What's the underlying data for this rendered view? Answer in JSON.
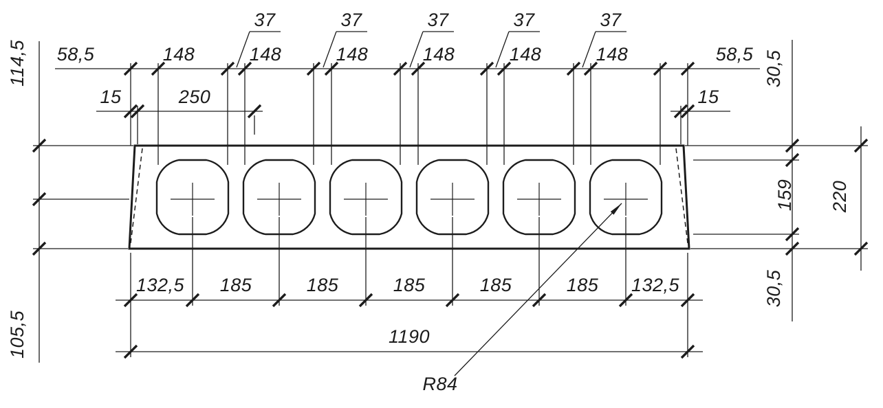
{
  "meta": {
    "type": "engineering-drawing",
    "subject": "hollow-core slab cross-section with six voids",
    "units": "mm",
    "ink_color": "#1c1c1c",
    "paper_color": "#ffffff"
  },
  "labels": {
    "web_gaps": [
      "37",
      "37",
      "37",
      "37",
      "37"
    ],
    "top_chain": {
      "left_end": "58,5",
      "segments": [
        "148",
        "148",
        "148",
        "148",
        "148",
        "148"
      ],
      "right_end": "58,5"
    },
    "offset_row": {
      "left_offset": "15",
      "left_span": "250",
      "right_offset": "15"
    },
    "left_chain": {
      "upper": "114,5",
      "lower": "105,5"
    },
    "right_inner_chain": {
      "top": "30,5",
      "middle": "159",
      "bottom": "30,5"
    },
    "right_outer_chain": {
      "height": "220"
    },
    "bottom_chain": {
      "left_end": "132,5",
      "segments": [
        "185",
        "185",
        "185",
        "185",
        "185"
      ],
      "right_end": "132,5"
    },
    "overall": {
      "width": "1190"
    },
    "radius_callout": "R84"
  }
}
